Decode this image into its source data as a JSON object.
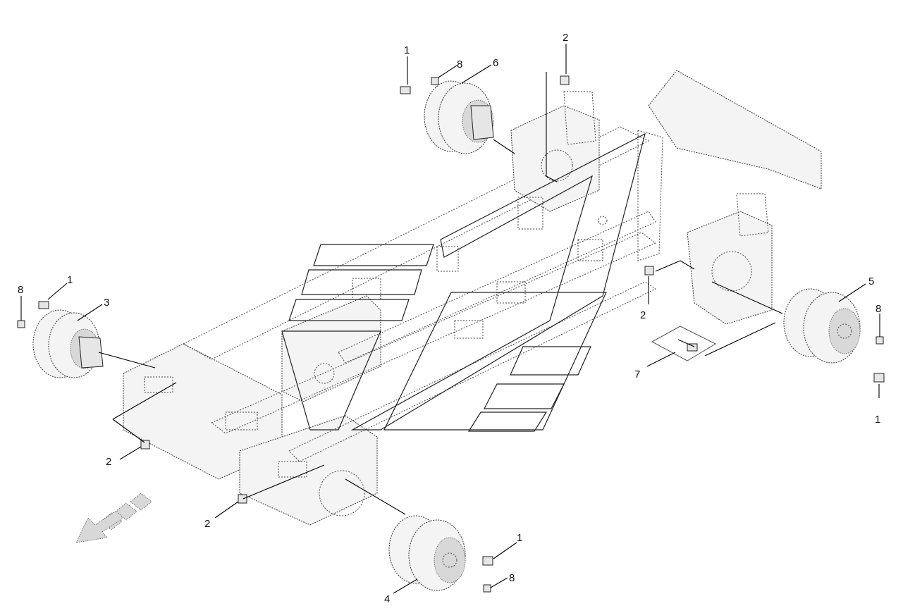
{
  "labels": [
    {
      "id": "a",
      "text": "1"
    },
    {
      "id": "b",
      "text": "8"
    },
    {
      "id": "c",
      "text": "6"
    },
    {
      "id": "d",
      "text": "2"
    },
    {
      "id": "e",
      "text": "8"
    },
    {
      "id": "f",
      "text": "1"
    },
    {
      "id": "g",
      "text": "3"
    },
    {
      "id": "h",
      "text": "2"
    },
    {
      "id": "i",
      "text": "5"
    },
    {
      "id": "j",
      "text": "8"
    },
    {
      "id": "k",
      "text": "7"
    },
    {
      "id": "l",
      "text": "1"
    },
    {
      "id": "m",
      "text": "2"
    },
    {
      "id": "n",
      "text": "2"
    },
    {
      "id": "o",
      "text": "1"
    },
    {
      "id": "p",
      "text": "8"
    },
    {
      "id": "q",
      "text": "4"
    }
  ],
  "icons": {
    "direction_arrow": "front-direction-arrow-icon",
    "watermark": "brand-watermark-logo"
  }
}
